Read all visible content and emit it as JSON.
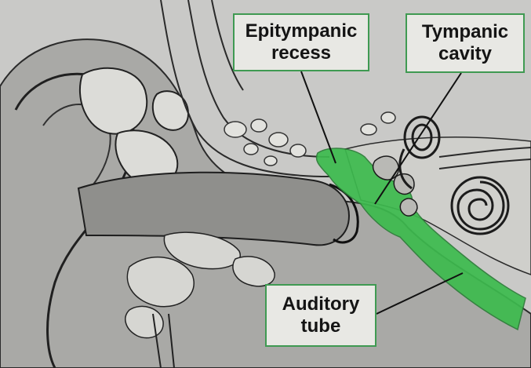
{
  "labels": {
    "epitympanic_recess": [
      "Epitympanic",
      "recess"
    ],
    "tympanic_cavity": [
      "Tympanic",
      "cavity"
    ],
    "auditory_tube": [
      "Auditory",
      "tube"
    ]
  },
  "colors": {
    "highlight_green": "#3dbb4e",
    "label_border": "#3f9a52",
    "label_fill": "#e8e8e4",
    "background": "#c9c9c7"
  }
}
